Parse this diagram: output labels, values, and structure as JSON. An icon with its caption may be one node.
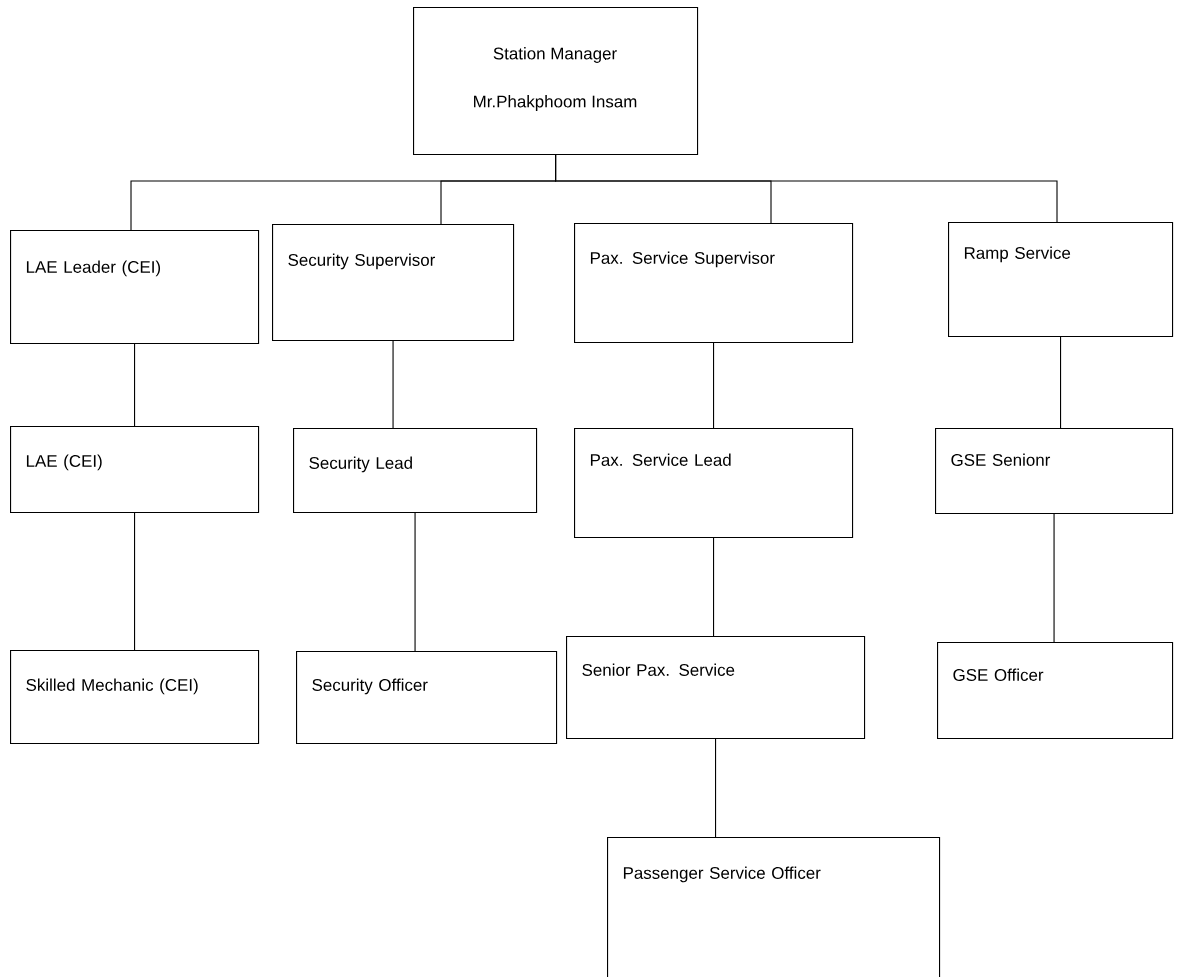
{
  "diagram": {
    "nodes": [
      {
        "text": [
          "Station Manager",
          "Mr.Phakphoom Insam"
        ]
      },
      {
        "text": [
          "LAE Leader (CEI)"
        ]
      },
      {
        "text": [
          "Security Supervisor"
        ]
      },
      {
        "text": [
          "Pax. Service Supervisor"
        ]
      },
      {
        "text": [
          "Ramp Service"
        ]
      },
      {
        "text": [
          "LAE (CEI)"
        ]
      },
      {
        "text": [
          "Security Lead"
        ]
      },
      {
        "text": [
          "Pax. Service Lead"
        ]
      },
      {
        "text": [
          "GSE Senionr"
        ]
      },
      {
        "text": [
          "Skilled Mechanic (CEI)"
        ]
      },
      {
        "text": [
          "Security Officer"
        ]
      },
      {
        "text": [
          "Senior Pax. Service"
        ]
      },
      {
        "text": [
          "GSE Officer"
        ]
      },
      {
        "text": [
          "Passenger Service Officer"
        ]
      }
    ],
    "edges": [
      {
        "from": 0,
        "to": 1,
        "arrow": "none"
      },
      {
        "from": 0,
        "to": 2,
        "arrow": "none"
      },
      {
        "from": 0,
        "to": 3,
        "arrow": "none"
      },
      {
        "from": 0,
        "to": 4,
        "arrow": "none"
      },
      {
        "from": 1,
        "to": 5,
        "arrow": "none"
      },
      {
        "from": 5,
        "to": 9,
        "arrow": "none"
      },
      {
        "from": 2,
        "to": 6,
        "arrow": "none"
      },
      {
        "from": 6,
        "to": 10,
        "arrow": "none"
      },
      {
        "from": 3,
        "to": 7,
        "arrow": "none"
      },
      {
        "from": 7,
        "to": 11,
        "arrow": "none"
      },
      {
        "from": 11,
        "to": 13,
        "arrow": "none"
      },
      {
        "from": 4,
        "to": 8,
        "arrow": "none"
      },
      {
        "from": 8,
        "to": 12,
        "arrow": "none"
      }
    ]
  }
}
